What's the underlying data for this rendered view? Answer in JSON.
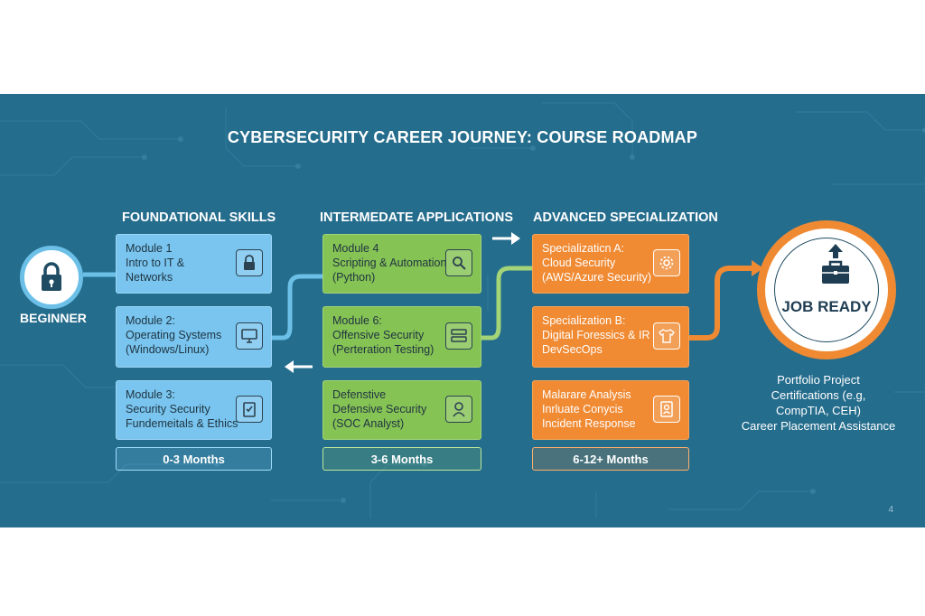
{
  "title": "CYBERSECURITY CAREER JOURNEY: COURSE ROADMAP",
  "colors": {
    "background": "#256d8d",
    "foundational": "#79c5ef",
    "intermediate": "#86c355",
    "advanced": "#f08a33",
    "goal_ring": "#ef8a33"
  },
  "start": {
    "label": "BEGINNER",
    "icon": "padlock-icon"
  },
  "columns": [
    {
      "header": "FOUNDATIONAL SKILLS",
      "timeframe": "0-3 Months",
      "cards": [
        {
          "title": "Module 1",
          "desc": "Intro to IT &\nNetworks",
          "icon": "padlock-icon"
        },
        {
          "title": "Module 2:",
          "desc": "Operating Systems\n(Windows/Linux)",
          "icon": "computer-icon"
        },
        {
          "title": "Module 3:",
          "desc": "Security Security\nFundemeitals & Ethics",
          "icon": "checklist-icon"
        }
      ]
    },
    {
      "header": "INTERMEDATE APPLICATIONS",
      "timeframe": "3-6 Months",
      "cards": [
        {
          "title": "Module 4",
          "desc": "Scripting & Automation\n(Python)",
          "icon": "search-icon"
        },
        {
          "title": "Module 6:",
          "desc": "Offensive Security\n(Perteration Testing)",
          "icon": "server-icon"
        },
        {
          "title": "Defenstive",
          "desc": "Defensive Security\n(SOC Analyst)",
          "icon": "analyst-icon"
        }
      ]
    },
    {
      "header": "ADVANCED SPECIALIZATION",
      "timeframe": "6-12+ Months",
      "cards": [
        {
          "title": "Specializaticn A:",
          "desc": "Cloud Security\n(AWS/Azure Security)",
          "icon": "gear-icon"
        },
        {
          "title": "Specialization B:",
          "desc": "Digital Foressics & IR\nDevSecOps",
          "icon": "shirt-icon"
        },
        {
          "title": "Malarare Analysis",
          "desc": "Inrluate Conycis\nIncident Response",
          "icon": "id-badge-icon"
        }
      ]
    }
  ],
  "goal": {
    "label": "JOB READY",
    "icon": "briefcase-icon",
    "outcomes": [
      "Portfolio Project",
      "Certifications (e.g,",
      "CompTIA, CEH)",
      "Career Placement Assistance"
    ]
  },
  "page_number": "4"
}
